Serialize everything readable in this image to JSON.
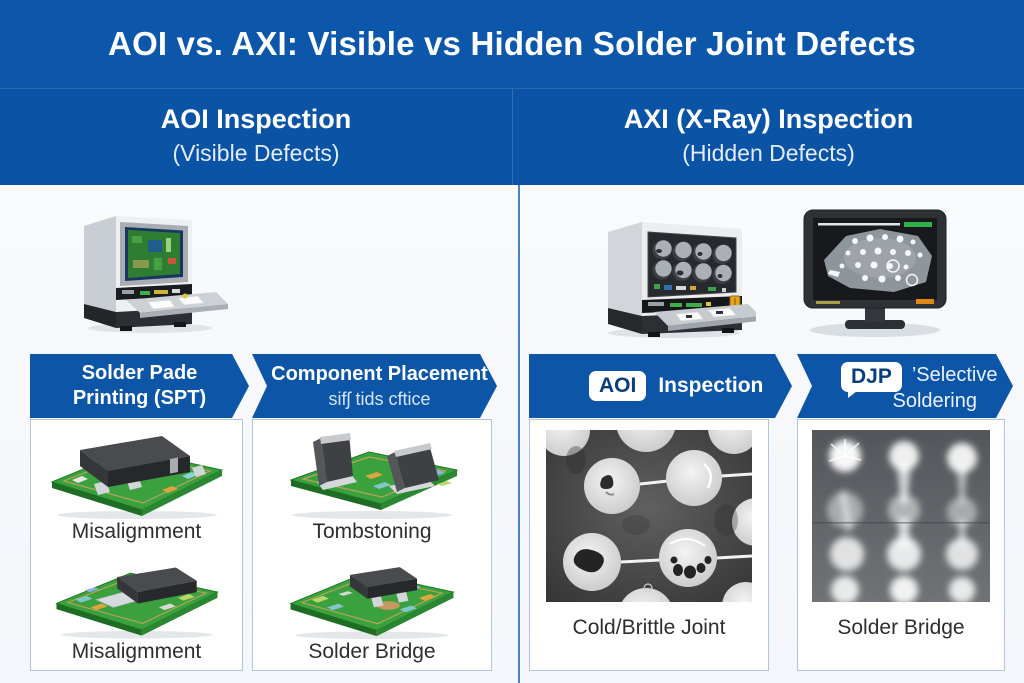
{
  "title": "AOI vs. AXI: Visible vs Hidden Solder Joint Defects",
  "left_column": {
    "heading": "AOI Inspection",
    "subheading": "(Visible Defects)"
  },
  "right_column": {
    "heading": "AXI (X-Ray) Inspection",
    "subheading": "(Hidden Defects)"
  },
  "process_steps": [
    {
      "line1": "Solder Pade",
      "line2": "Printing (SPT)"
    },
    {
      "line1": "Component Placement",
      "line2": "sifʃ tids cftice"
    },
    {
      "badge": "AOI",
      "line1": "Inspection"
    },
    {
      "badge": "DJP",
      "line1": "’Selective",
      "line2": "Soldering"
    }
  ],
  "defect_panels": [
    {
      "captions": [
        "Misaligmment",
        "Misaligmment"
      ]
    },
    {
      "captions": [
        "Tombstoning",
        "Solder Bridge"
      ]
    },
    {
      "captions": [
        "Cold/Brittle Joint"
      ]
    },
    {
      "captions": [
        "Solder Bridge"
      ]
    }
  ],
  "colors": {
    "primary_blue": "#0d55a6",
    "header_blue": "#0b53a4",
    "title_blue": "#0d57ab",
    "badge_text_blue": "#0a3d7c",
    "panel_border": "#b3c5da",
    "caption_text": "#2e2e2e",
    "pcb_green": "#3aa13e"
  }
}
